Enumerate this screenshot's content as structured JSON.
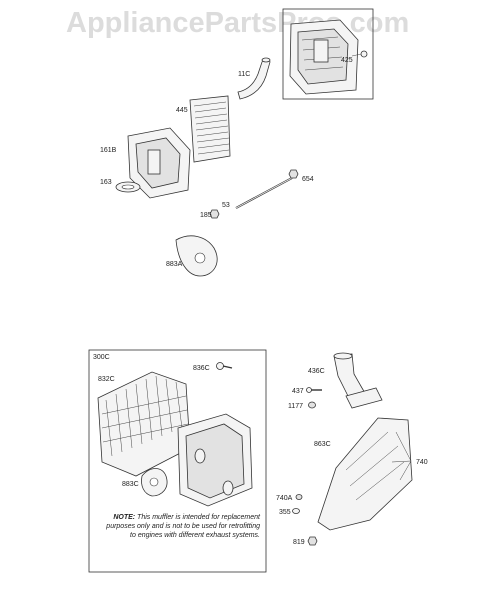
{
  "watermark": "AppliancePartsPros.com",
  "labels": {
    "box_top": "",
    "p425": "425",
    "p11c": "11C",
    "p445": "445",
    "p161b": "161B",
    "p163": "163",
    "p654": "654",
    "p53": "53",
    "p185": "185",
    "p883a": "883A",
    "box_bottom": "300C",
    "p836c": "836C",
    "p832c": "832C",
    "p883c": "883C",
    "p436c": "436C",
    "p437": "437",
    "p1177": "1177",
    "p740": "740",
    "p863c": "863C",
    "p740a": "740A",
    "p355": "355",
    "p819": "819"
  },
  "note": {
    "prefix": "NOTE:",
    "text": "This muffler is intended for replacement purposes only and is not to be used for retrofitting to engines with different exhaust systems."
  }
}
